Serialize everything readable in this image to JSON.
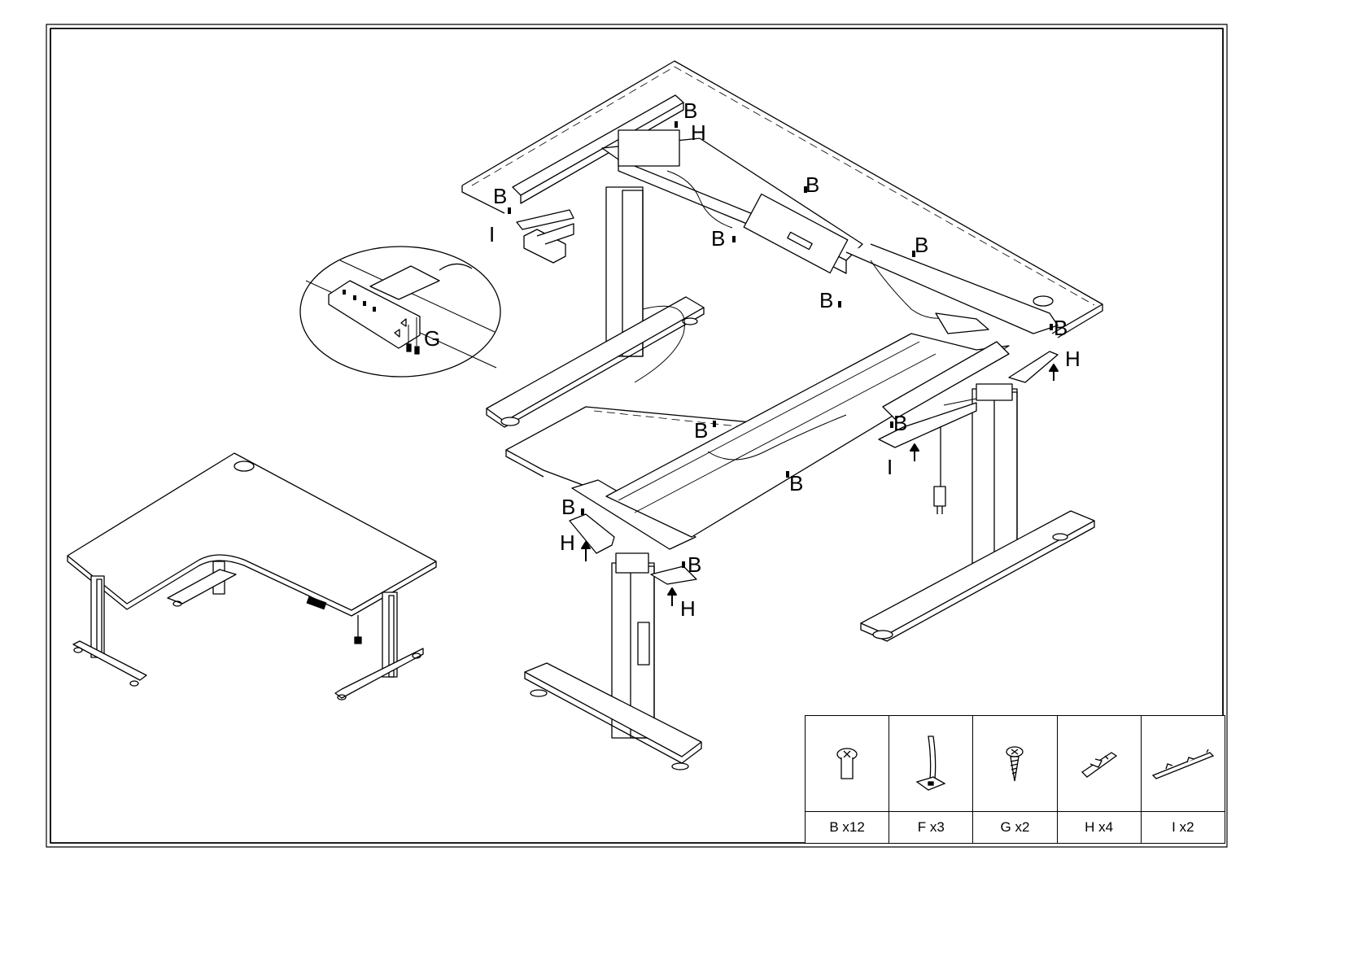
{
  "callouts": {
    "B": "B",
    "H": "H",
    "I": "I",
    "G": "G"
  },
  "parts": [
    {
      "icon": "flange-screw-icon",
      "label": "B x12"
    },
    {
      "icon": "cable-tie-mount-icon",
      "label": "F x3"
    },
    {
      "icon": "wood-screw-icon",
      "label": "G x2"
    },
    {
      "icon": "bracket-clip-icon",
      "label": "H x4"
    },
    {
      "icon": "cable-tray-rail-icon",
      "label": "I x2"
    }
  ]
}
